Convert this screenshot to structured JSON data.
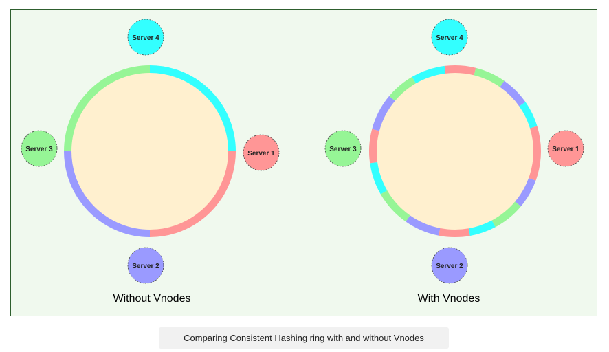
{
  "colors": {
    "panel_bg": "#f0f9ee",
    "panel_border": "#2e5e2e",
    "ring_fill": "#fff0cf",
    "server_1": "#ff9696",
    "server_2": "#9a9aff",
    "server_3": "#96f596",
    "server_4": "#33ffff"
  },
  "servers": {
    "s1": "Server 1",
    "s2": "Server 2",
    "s3": "Server 3",
    "s4": "Server 4"
  },
  "rings": [
    {
      "title": "Without Vnodes",
      "segments": [
        {
          "server": "server_1",
          "start_deg": 0,
          "end_deg": 90
        },
        {
          "server": "server_2",
          "start_deg": 90,
          "end_deg": 180
        },
        {
          "server": "server_3",
          "start_deg": 180,
          "end_deg": 270
        },
        {
          "server": "server_4",
          "start_deg": 270,
          "end_deg": 360
        }
      ]
    },
    {
      "title": "With Vnodes",
      "segments": [
        {
          "server": "server_1",
          "start_deg": 0,
          "end_deg": 20
        },
        {
          "server": "server_2",
          "start_deg": 20,
          "end_deg": 40
        },
        {
          "server": "server_3",
          "start_deg": 40,
          "end_deg": 62
        },
        {
          "server": "server_4",
          "start_deg": 62,
          "end_deg": 80
        },
        {
          "server": "server_1",
          "start_deg": 80,
          "end_deg": 101
        },
        {
          "server": "server_2",
          "start_deg": 101,
          "end_deg": 125
        },
        {
          "server": "server_3",
          "start_deg": 125,
          "end_deg": 150
        },
        {
          "server": "server_4",
          "start_deg": 150,
          "end_deg": 172
        },
        {
          "server": "server_1",
          "start_deg": 172,
          "end_deg": 195
        },
        {
          "server": "server_2",
          "start_deg": 195,
          "end_deg": 220
        },
        {
          "server": "server_3",
          "start_deg": 220,
          "end_deg": 240
        },
        {
          "server": "server_4",
          "start_deg": 240,
          "end_deg": 263
        },
        {
          "server": "server_1",
          "start_deg": 263,
          "end_deg": 284
        },
        {
          "server": "server_3",
          "start_deg": 284,
          "end_deg": 305
        },
        {
          "server": "server_2",
          "start_deg": 305,
          "end_deg": 325
        },
        {
          "server": "server_4",
          "start_deg": 325,
          "end_deg": 343
        },
        {
          "server": "server_1",
          "start_deg": 343,
          "end_deg": 360
        }
      ]
    }
  ],
  "caption": "Comparing Consistent Hashing ring with and without Vnodes"
}
